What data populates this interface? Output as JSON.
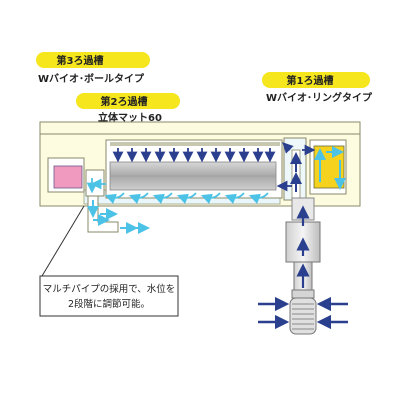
{
  "stage3": {
    "title": "第3ろ過槽",
    "subtitle": "Wバイオ･ボールタイプ"
  },
  "stage2": {
    "title": "第2ろ過槽",
    "subtitle": "立体マット60"
  },
  "stage1": {
    "title": "第1ろ過槽",
    "subtitle": "Wバイオ･リングタイプ"
  },
  "note": {
    "lines": [
      "マルチパイプの採用で、水位を",
      "2段階に調節可能。"
    ]
  },
  "colors": {
    "tab_yellow": "#f5e61e",
    "housing_fill": "#fdfbe0",
    "housing_stroke": "#8a8a6a",
    "water_blue": "#bfe7f5",
    "arrow_navy": "#2b3f8f",
    "arrow_cyan": "#4cc3e6",
    "media_pink": "#f09ac0",
    "media_yellow": "#f5d21e",
    "mat_grey": "#b9b9b9"
  }
}
